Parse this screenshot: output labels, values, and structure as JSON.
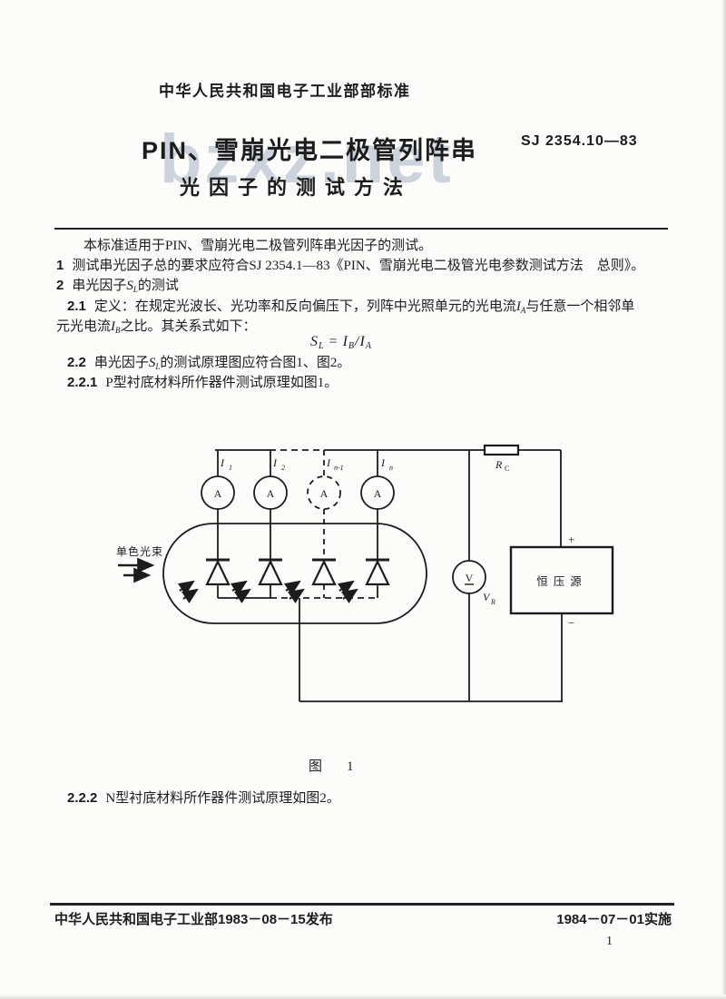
{
  "page": {
    "header": "中华人民共和国电子工业部部标准",
    "title_line1": "PIN、雪崩光电二极管列阵串",
    "title_line2": "光因子的测试方法",
    "standard_no": "SJ 2354.10—83",
    "watermark": "bzxz.net",
    "page_number": "1"
  },
  "body": {
    "intro": "本标准适用于PIN、雪崩光电二极管列阵串光因子的测试。",
    "item1": {
      "num": "1",
      "text": "测试串光因子总的要求应符合SJ 2354.1—83《PIN、雪崩光电二极管光电参数测试方法　总则》。"
    },
    "item2": {
      "num": "2",
      "pre": "串光因子",
      "var": "S",
      "sub": "L",
      "post": "的测试"
    },
    "def": {
      "num": "2.1",
      "text1": "定义：在规定光波长、光功率和反向偏压下，列阵中光照单元的光电流",
      "varA": "I",
      "subA": "A",
      "text2": "与任意一个相邻单",
      "text3": "元光电流",
      "varB": "I",
      "subB": "B",
      "text4": "之比。其关系式如下："
    },
    "formula": {
      "lhs": "S",
      "lhs_sub": "L",
      "eq": "=",
      "num": "I",
      "num_sub": "B",
      "slash": "/",
      "den": "I",
      "den_sub": "A"
    },
    "sec22": {
      "num": "2.2",
      "pre": "串光因子",
      "var": "S",
      "sub": "L",
      "post": "的测试原理图应符合图1、图2。"
    },
    "sec221": {
      "num": "2.2.1",
      "text": "P型衬底材料所作器件测试原理如图1。"
    },
    "sec222": {
      "num": "2.2.2",
      "text": "N型衬底材料所作器件测试原理如图2。"
    }
  },
  "figure": {
    "caption": "图　1",
    "light_beam": "单色光束",
    "ammeter": "A",
    "i1": {
      "base": "I",
      "sub": "1"
    },
    "i2": {
      "base": "I",
      "sub": "2"
    },
    "i3": {
      "base": "I",
      "sub": "n-1"
    },
    "i4": {
      "base": "I",
      "sub": "n"
    },
    "voltmeter": "V",
    "vr": {
      "base": "V",
      "sub": "R"
    },
    "rc": {
      "base": "R",
      "sub": "C"
    },
    "source": "恒压源",
    "plus": "+",
    "minus": "−"
  },
  "footer": {
    "left": "中华人民共和国电子工业部1983－08－15发布",
    "right": "1984－07－01实施"
  },
  "colors": {
    "ink": "#1c1c1c",
    "watermark": "#ccd3dc",
    "paper": "#fcfcfa"
  }
}
